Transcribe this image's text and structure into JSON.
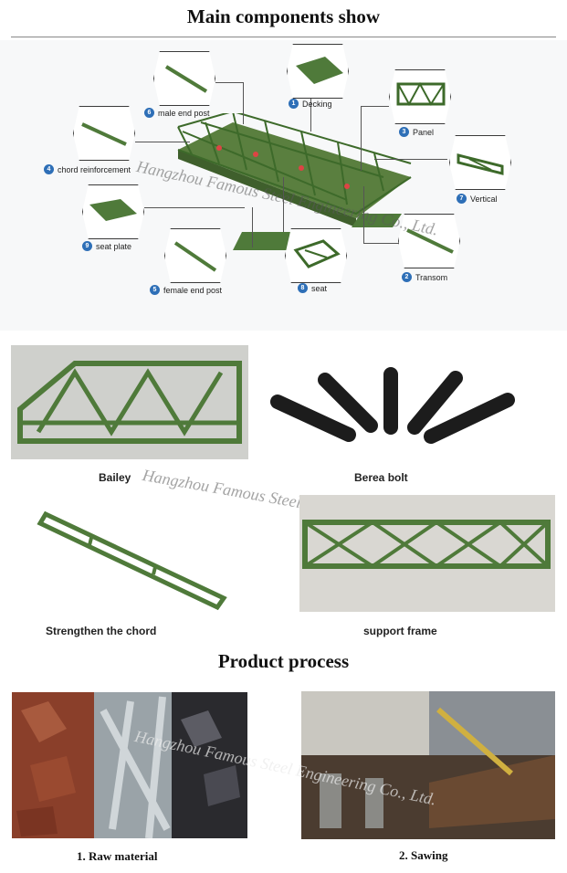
{
  "section1": {
    "title": "Main components show"
  },
  "components": [
    {
      "num": "1",
      "label": "Decking",
      "icon": "decking-icon"
    },
    {
      "num": "2",
      "label": "Transom",
      "icon": "transom-icon"
    },
    {
      "num": "3",
      "label": "Panel",
      "icon": "panel-icon"
    },
    {
      "num": "4",
      "label": "chord reinforcement",
      "icon": "chord-reinforcement-icon"
    },
    {
      "num": "5",
      "label": "female end post",
      "icon": "female-end-post-icon"
    },
    {
      "num": "6",
      "label": "male end post",
      "icon": "male-end-post-icon"
    },
    {
      "num": "7",
      "label": "Vertical",
      "icon": "vertical-icon"
    },
    {
      "num": "8",
      "label": "seat",
      "icon": "seat-icon"
    },
    {
      "num": "9",
      "label": "seat plate",
      "icon": "seat-plate-icon"
    }
  ],
  "watermark": "Hangzhou Famous Steel Engineering Co., Ltd.",
  "products": {
    "bailey": "Bailey",
    "bolt": "Berea bolt",
    "chord": "Strengthen the chord",
    "frame": "support frame"
  },
  "section2": {
    "title": "Product process"
  },
  "process": {
    "step1": "1. Raw material",
    "step2": "2. Sawing"
  },
  "colors": {
    "steel_green": "#4f7a3a",
    "bolt_black": "#1c1c1c",
    "badge_blue": "#2e6fb7"
  }
}
